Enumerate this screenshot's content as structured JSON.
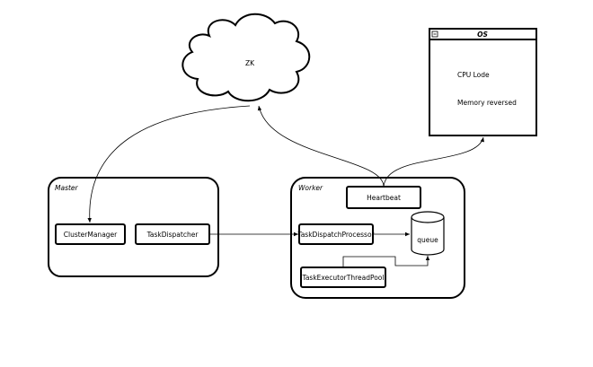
{
  "cloud": {
    "label": "ZK"
  },
  "os_window": {
    "title": "OS",
    "lines": [
      "CPU Lode",
      "Memory reversed"
    ]
  },
  "master": {
    "label": "Master",
    "boxes": {
      "cluster_manager": "ClusterManager",
      "task_dispatcher": "TaskDispatcher"
    }
  },
  "worker": {
    "label": "Worker",
    "boxes": {
      "heartbeat": "Heartbeat",
      "task_dispatch_processor": "TaskDispatchProcessor",
      "task_executor_thread_pool": "TaskExecutorThreadPool"
    },
    "queue_label": "queue"
  }
}
